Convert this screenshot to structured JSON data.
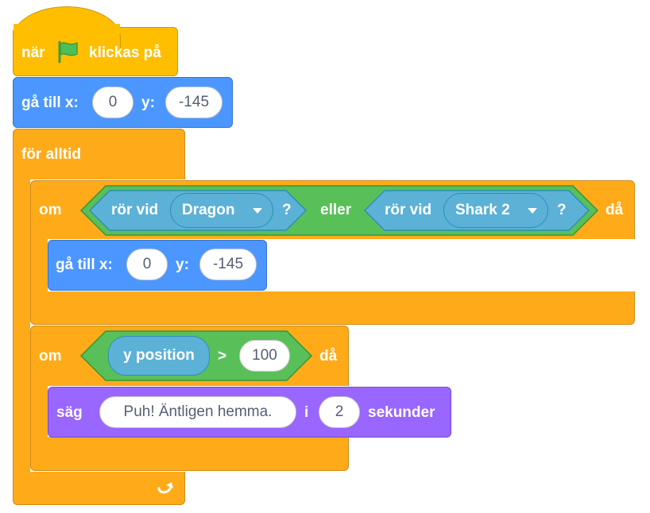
{
  "colors": {
    "events": "#ffbf00",
    "motion": "#4c97ff",
    "control": "#ffab19",
    "sensing": "#5cb1d6",
    "operators": "#59c059",
    "looks": "#9966ff"
  },
  "hat": {
    "label_before": "när",
    "icon": "green-flag-icon",
    "label_after": "klickas på"
  },
  "goto1": {
    "label": "gå till x:",
    "x": "0",
    "y_label": "y:",
    "y": "-145"
  },
  "forever": {
    "label": "för alltid",
    "icon": "loop-arrow-icon"
  },
  "if1": {
    "label": "om",
    "then": "då",
    "or_label": "eller",
    "touch1": {
      "label": "rör vid",
      "option": "Dragon",
      "q": "?"
    },
    "touch2": {
      "label": "rör vid",
      "option": "Shark 2",
      "q": "?"
    }
  },
  "goto2": {
    "label": "gå till x:",
    "x": "0",
    "y_label": "y:",
    "y": "-145"
  },
  "if2": {
    "label": "om",
    "then": "då",
    "reporter": "y position",
    "op": ">",
    "value": "100"
  },
  "say": {
    "label": "säg",
    "message": "Puh! Äntligen hemma.",
    "for_label": "i",
    "secs": "2",
    "unit": "sekunder"
  }
}
